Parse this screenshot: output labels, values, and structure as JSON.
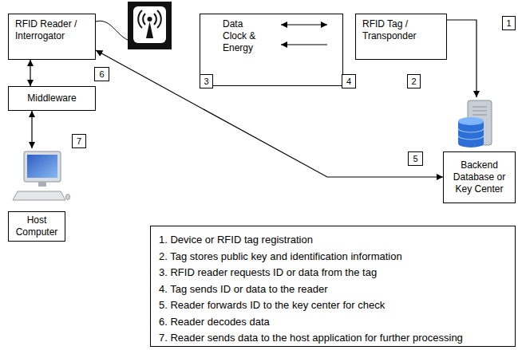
{
  "diagram": {
    "nodes": [
      {
        "text": [
          "RFID Reader / Interrogator"
        ]
      },
      {
        "text": [
          "Data Clock & Energy"
        ]
      },
      {
        "text": [
          "RFID Tag / Transponder"
        ]
      },
      {
        "text": [
          "1"
        ]
      },
      {
        "text": [
          "6"
        ]
      },
      {
        "text": [
          "3"
        ]
      },
      {
        "text": [
          "4"
        ]
      },
      {
        "text": [
          "2"
        ]
      },
      {
        "text": [
          "Middleware"
        ]
      },
      {
        "text": [
          "5"
        ]
      },
      {
        "text": [
          "7"
        ]
      },
      {
        "text": [
          "Backend Database or Key Center"
        ]
      },
      {
        "text": [
          "Host Computer"
        ]
      },
      {
        "text": [
          "1. Device or RFID tag registration",
          "2. Tag stores public key and identification information",
          "3. RFID reader requests ID or data from the tag",
          "4. Tag sends ID or data to the reader",
          "5. Reader forwards ID to the key center for check",
          "6. Reader decodes data",
          "7. Reader sends data to the host application for further processing"
        ]
      }
    ],
    "edges": [
      {
        "from": 0,
        "to": 8,
        "arrow": "both"
      },
      {
        "from": 8,
        "to": 12,
        "arrow": "both"
      },
      {
        "from": 2,
        "to": 11,
        "arrow": "to"
      },
      {
        "from": 0,
        "to": 11,
        "arrow": "both"
      }
    ]
  }
}
